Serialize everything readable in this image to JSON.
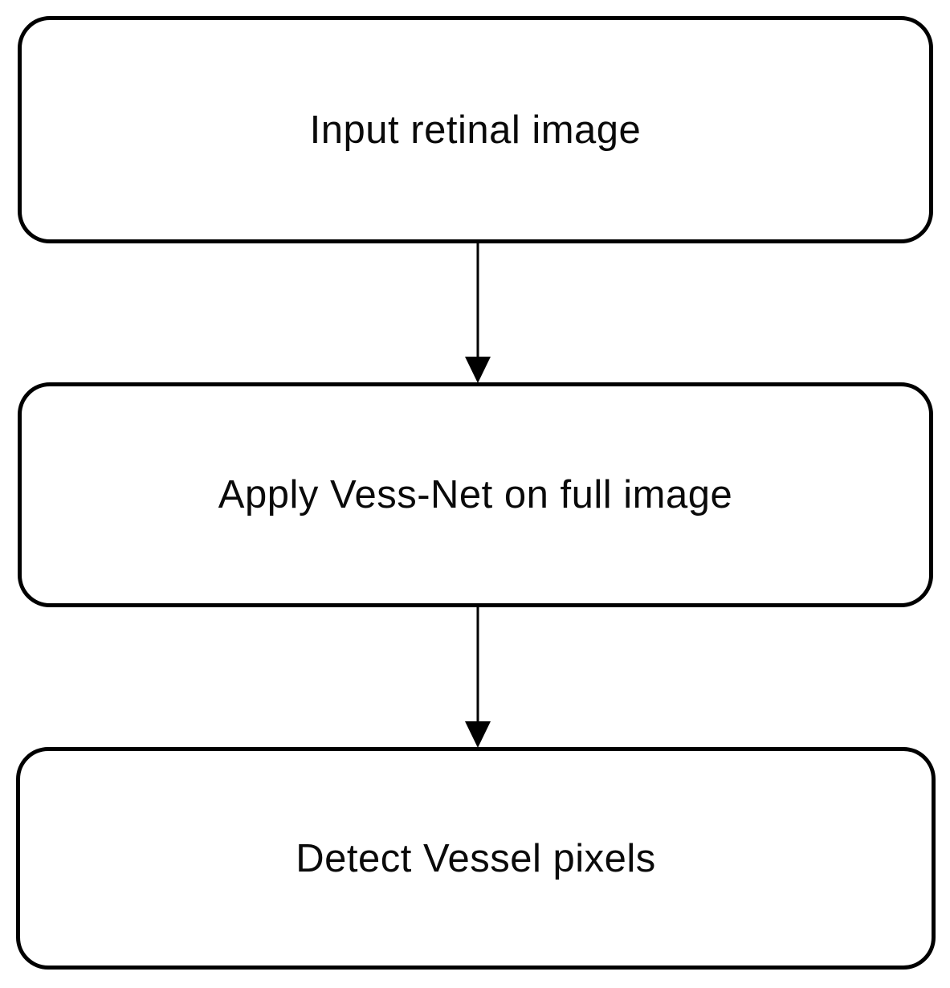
{
  "diagram": {
    "type": "flowchart",
    "background_color": "#ffffff",
    "node_border_color": "#000000",
    "node_fill_color": "#ffffff",
    "text_color": "#0a0a0a",
    "nodes": [
      {
        "id": "input",
        "label": "Input retinal image"
      },
      {
        "id": "vessnet",
        "label": "Apply Vess-Net on full image"
      },
      {
        "id": "detect",
        "label": "Detect Vessel pixels"
      }
    ],
    "connectors": [
      {
        "from": "input",
        "to": "vessnet",
        "direction": "down"
      },
      {
        "from": "vessnet",
        "to": "detect",
        "direction": "down"
      }
    ]
  }
}
